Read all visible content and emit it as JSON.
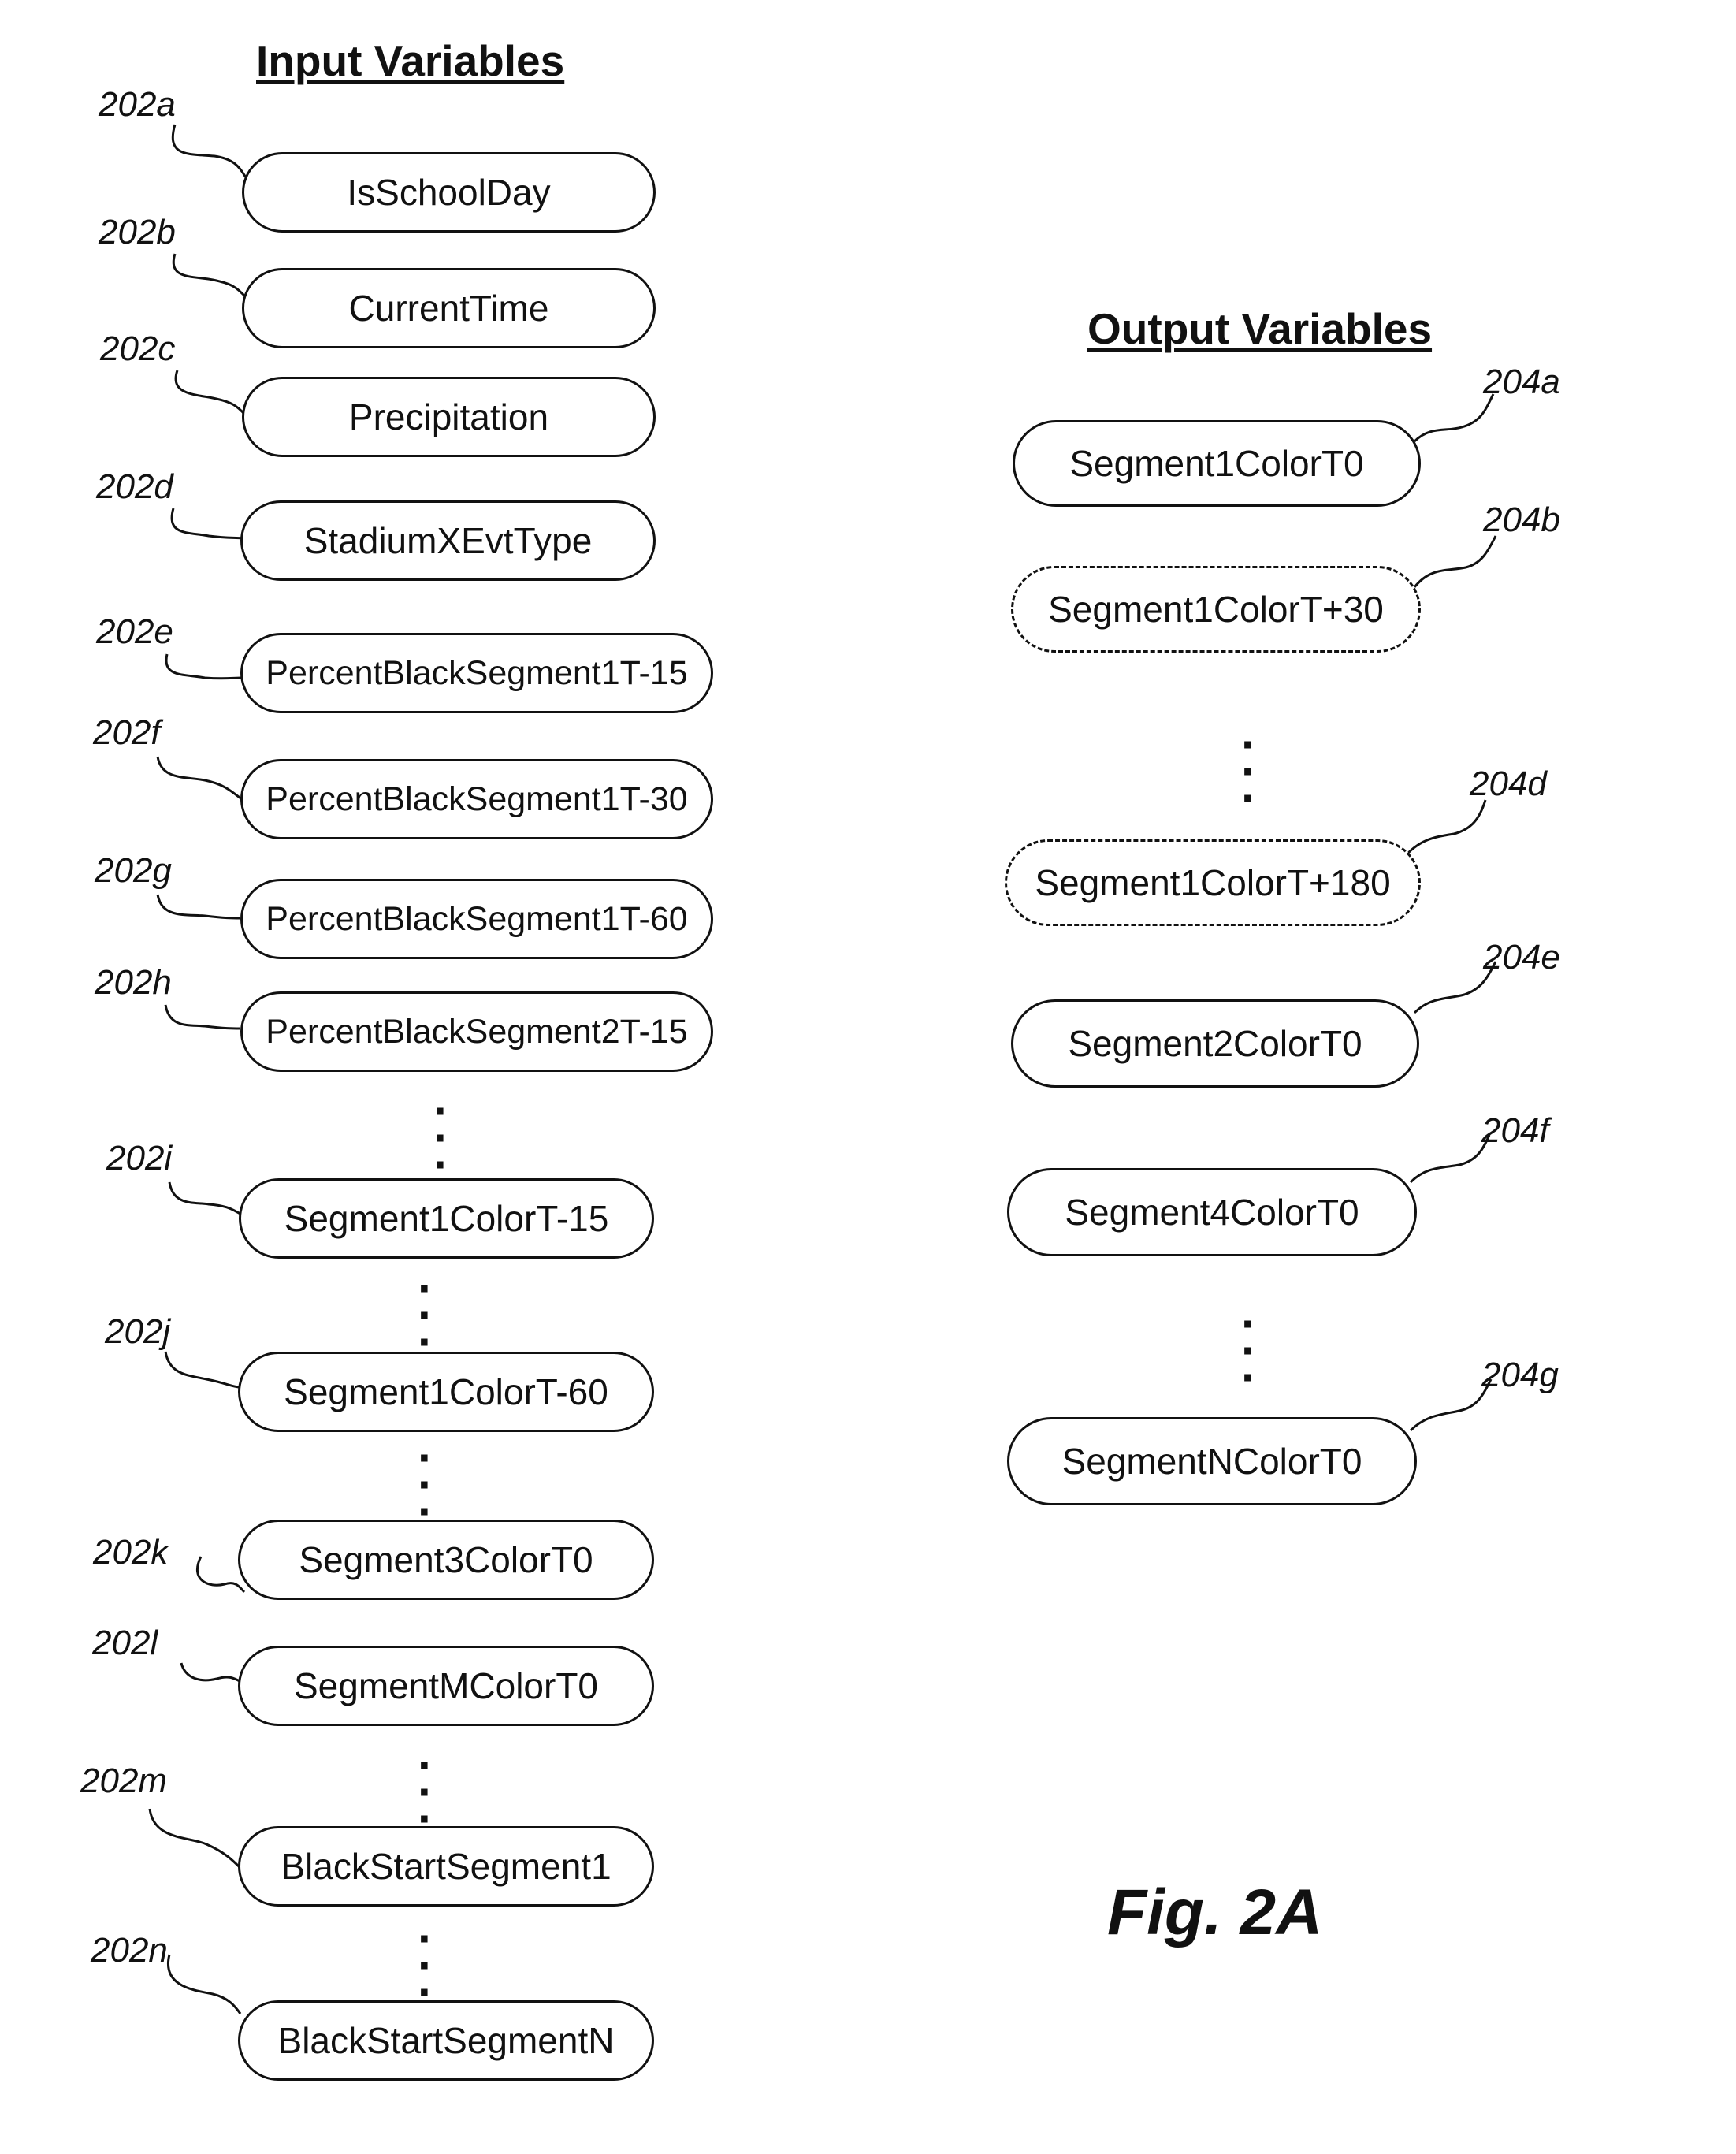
{
  "input_heading": "Input Variables",
  "output_heading": "Output Variables",
  "figure_label": "Fig. 2A",
  "inputs": [
    {
      "ref": "202a",
      "label": "IsSchoolDay"
    },
    {
      "ref": "202b",
      "label": "CurrentTime"
    },
    {
      "ref": "202c",
      "label": "Precipitation"
    },
    {
      "ref": "202d",
      "label": "StadiumXEvtType"
    },
    {
      "ref": "202e",
      "label": "PercentBlackSegment1T-15"
    },
    {
      "ref": "202f",
      "label": "PercentBlackSegment1T-30"
    },
    {
      "ref": "202g",
      "label": "PercentBlackSegment1T-60"
    },
    {
      "ref": "202h",
      "label": "PercentBlackSegment2T-15"
    },
    {
      "ref": "202i",
      "label": "Segment1ColorT-15"
    },
    {
      "ref": "202j",
      "label": "Segment1ColorT-60"
    },
    {
      "ref": "202k",
      "label": "Segment3ColorT0"
    },
    {
      "ref": "202l",
      "label": "SegmentMColorT0"
    },
    {
      "ref": "202m",
      "label": "BlackStartSegment1"
    },
    {
      "ref": "202n",
      "label": "BlackStartSegmentN"
    }
  ],
  "outputs": [
    {
      "ref": "204a",
      "label": "Segment1ColorT0"
    },
    {
      "ref": "204b",
      "label": "Segment1ColorT+30"
    },
    {
      "ref": "204d",
      "label": "Segment1ColorT+180"
    },
    {
      "ref": "204e",
      "label": "Segment2ColorT0"
    },
    {
      "ref": "204f",
      "label": "Segment4ColorT0"
    },
    {
      "ref": "204g",
      "label": "SegmentNColorT0"
    }
  ]
}
